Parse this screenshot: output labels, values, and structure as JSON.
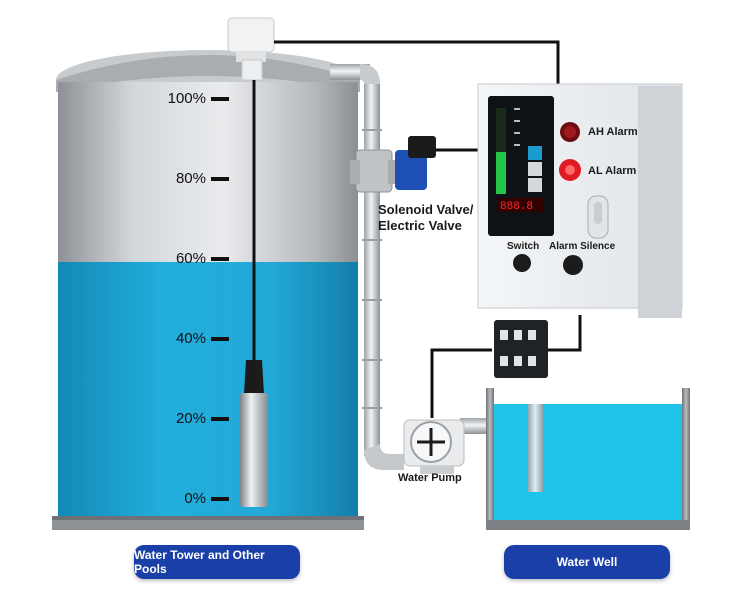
{
  "levels": [
    "100%",
    "80%",
    "60%",
    "40%",
    "20%",
    "0%"
  ],
  "components": {
    "solenoid_valve": "Solenoid Valve/",
    "solenoid_valve_line2": "Electric Valve",
    "water_pump": "Water Pump",
    "ah_alarm": "AH Alarm",
    "al_alarm": "AL Alarm",
    "switch": "Switch",
    "alarm_silence": "Alarm Silence"
  },
  "labels": {
    "water_tower": "Water Tower and Other Pools",
    "water_well": "Water Well"
  },
  "colors": {
    "water": "#1aa6d8",
    "well_water": "#1ec4ea",
    "pill": "#1a3fa8",
    "alarm_red": "#e01b24"
  }
}
